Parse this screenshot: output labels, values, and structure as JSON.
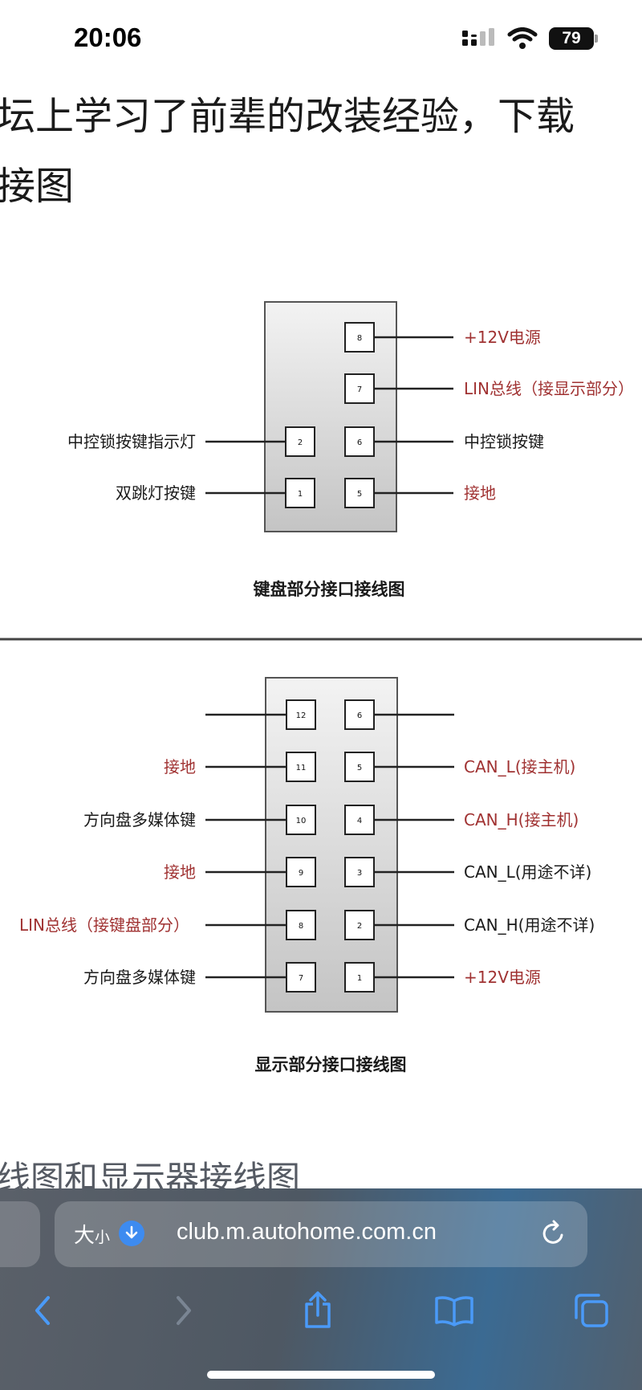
{
  "status_bar": {
    "time": "20:06",
    "battery": "79"
  },
  "article": {
    "line1": "坛上学习了前辈的改装经验，下载",
    "line2": "接图",
    "bottom_caption": "线图和显示器接线图"
  },
  "diagram": {
    "keyboard": {
      "title": "键盘部分接口接线图",
      "pins_left": [
        "2",
        "1"
      ],
      "pins_right": [
        "8",
        "7",
        "6",
        "5"
      ],
      "labels_left": [
        "中控锁按键指示灯",
        "双跳灯按键"
      ],
      "labels_right": [
        "+12V电源",
        "LIN总线（接显示部分）",
        "中控锁按键",
        "接地"
      ]
    },
    "display": {
      "title": "显示部分接口接线图",
      "pins_left": [
        "12",
        "11",
        "10",
        "9",
        "8",
        "7"
      ],
      "pins_right": [
        "6",
        "5",
        "4",
        "3",
        "2",
        "1"
      ],
      "labels_left": [
        "",
        "接地",
        "方向盘多媒体键",
        "接地",
        "LIN总线（接键盘部分）",
        "方向盘多媒体键"
      ],
      "labels_right": [
        "",
        "CAN_L(接主机)",
        "CAN_H(接主机)",
        "CAN_L(用途不详)",
        "CAN_H(用途不详)",
        "+12V电源"
      ]
    },
    "colors": {
      "red_label": "#a03232",
      "black_label": "#1a1a1a"
    }
  },
  "browser": {
    "text_size_label": "大",
    "text_size_small": "小",
    "url": "club.m.autohome.com.cn",
    "icons": [
      "download-icon",
      "reload-icon",
      "back-icon",
      "forward-icon",
      "share-icon",
      "bookmarks-icon",
      "tabs-icon"
    ]
  }
}
